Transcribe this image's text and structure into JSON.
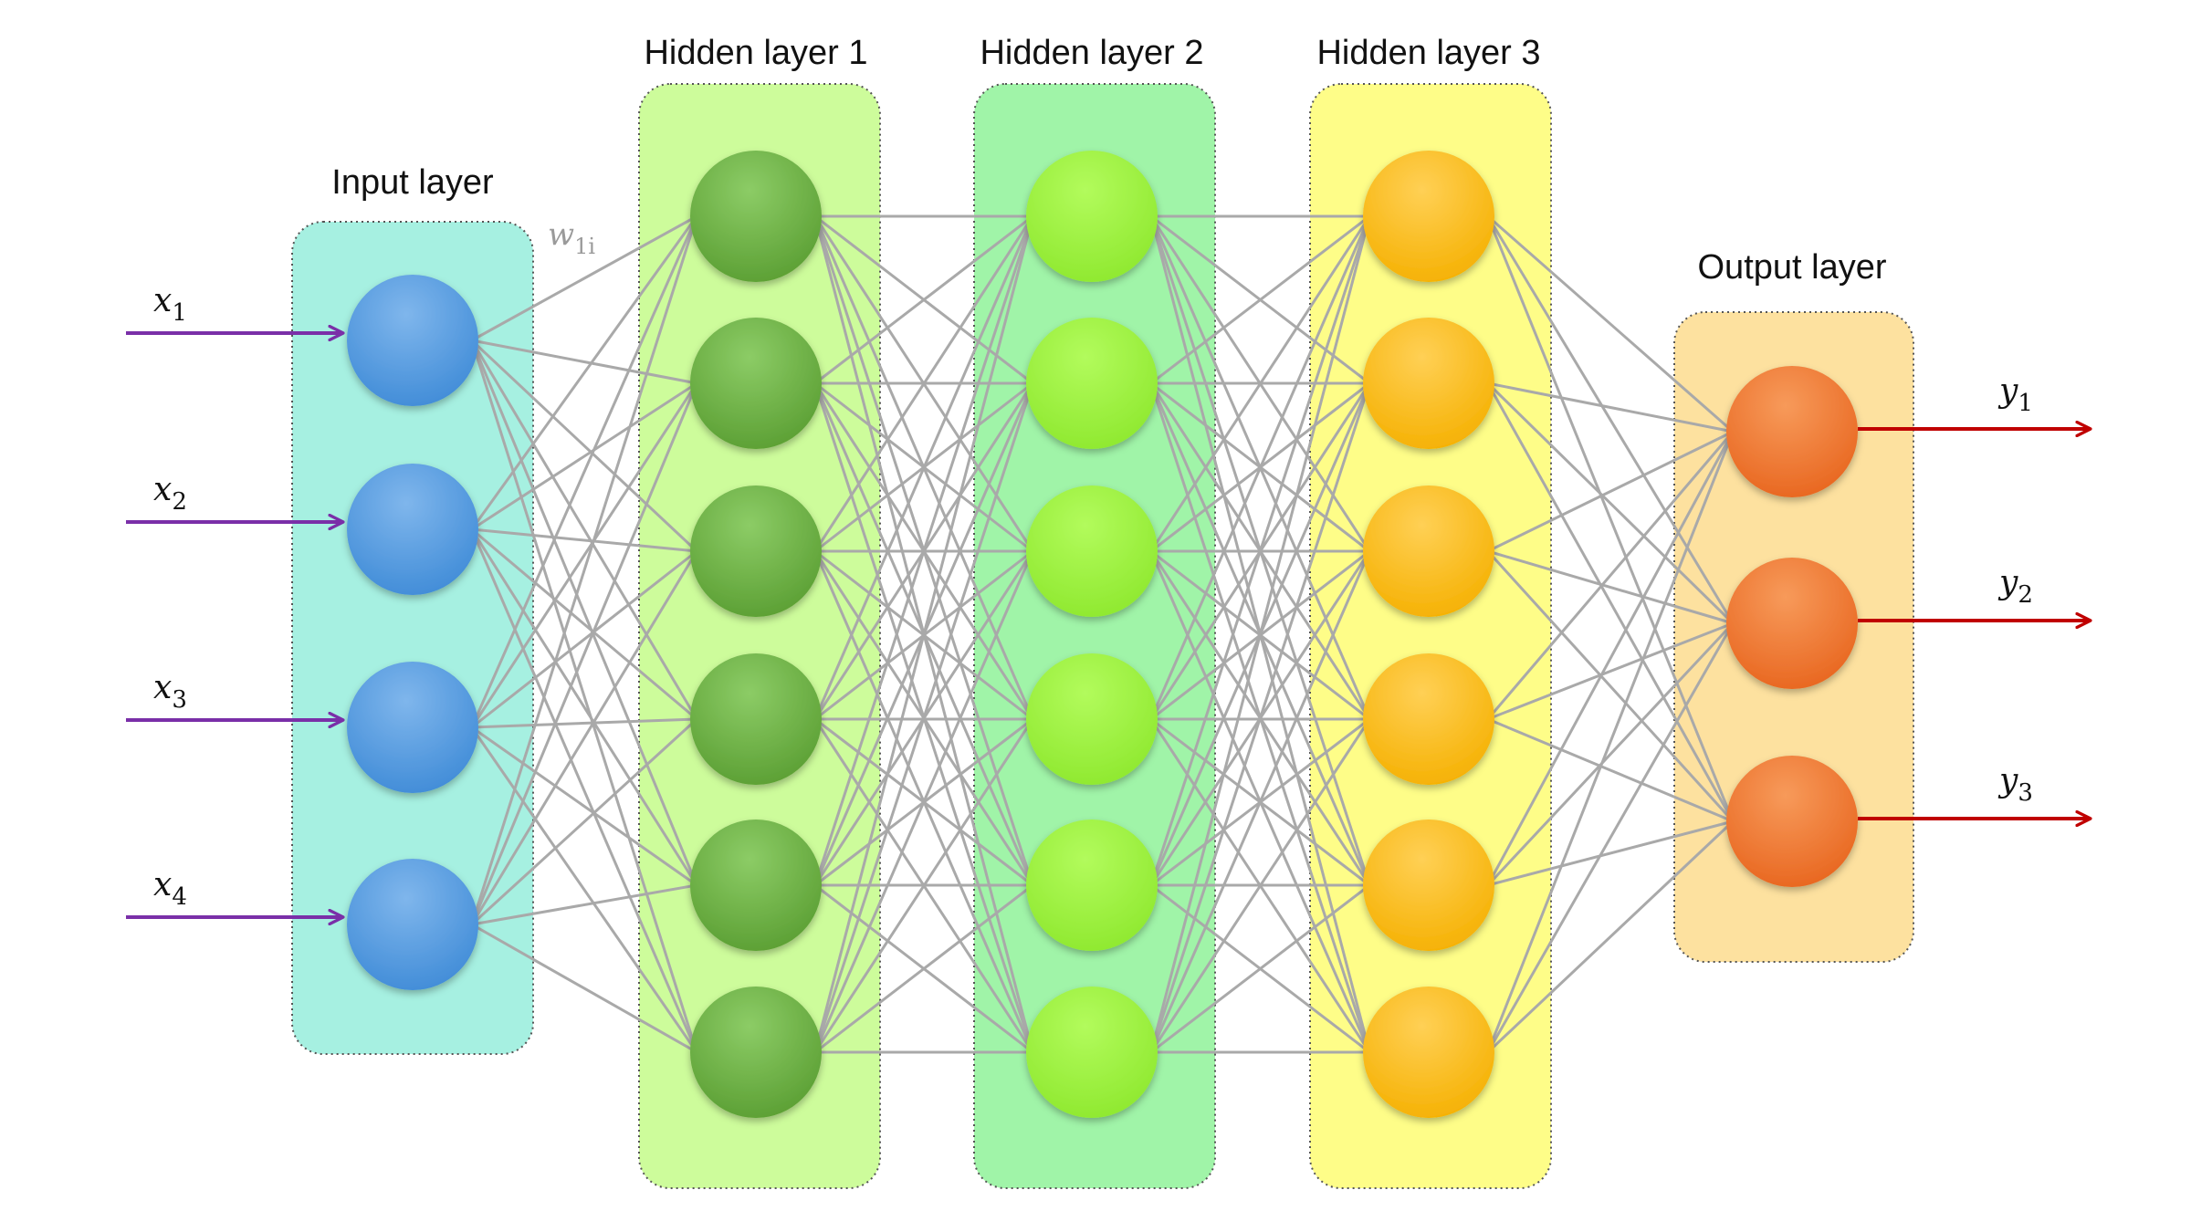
{
  "layers": [
    {
      "title": "Input layer",
      "nodes": 4,
      "panel_color": "#a6f0e1",
      "node_light": "#7fb6ec",
      "node_dark": "#3f8bd7"
    },
    {
      "title": "Hidden layer 1",
      "nodes": 6,
      "panel_color": "#cdfc9b",
      "node_light": "#8ccc66",
      "node_dark": "#5a9e32"
    },
    {
      "title": "Hidden layer 2",
      "nodes": 6,
      "panel_color": "#a0f4a8",
      "node_light": "#b2fb5c",
      "node_dark": "#8ee82e"
    },
    {
      "title": "Hidden layer 3",
      "nodes": 6,
      "panel_color": "#fefd88",
      "node_light": "#ffd055",
      "node_dark": "#f5b000"
    },
    {
      "title": "Output layer",
      "nodes": 3,
      "panel_color": "#fde19f",
      "node_light": "#f79a5a",
      "node_dark": "#e8651e"
    }
  ],
  "inputs": [
    {
      "var": "x",
      "sub": "1"
    },
    {
      "var": "x",
      "sub": "2"
    },
    {
      "var": "x",
      "sub": "3"
    },
    {
      "var": "x",
      "sub": "4"
    }
  ],
  "outputs": [
    {
      "var": "y",
      "sub": "1"
    },
    {
      "var": "y",
      "sub": "2"
    },
    {
      "var": "y",
      "sub": "3"
    }
  ],
  "weight_label": {
    "var": "w",
    "sub": "1i"
  },
  "colors": {
    "edge": "#a9a9a9",
    "input_arrow": "#7a2fa8",
    "output_arrow": "#c00000",
    "text": "#111111",
    "weight_text": "#9a9a9a"
  }
}
